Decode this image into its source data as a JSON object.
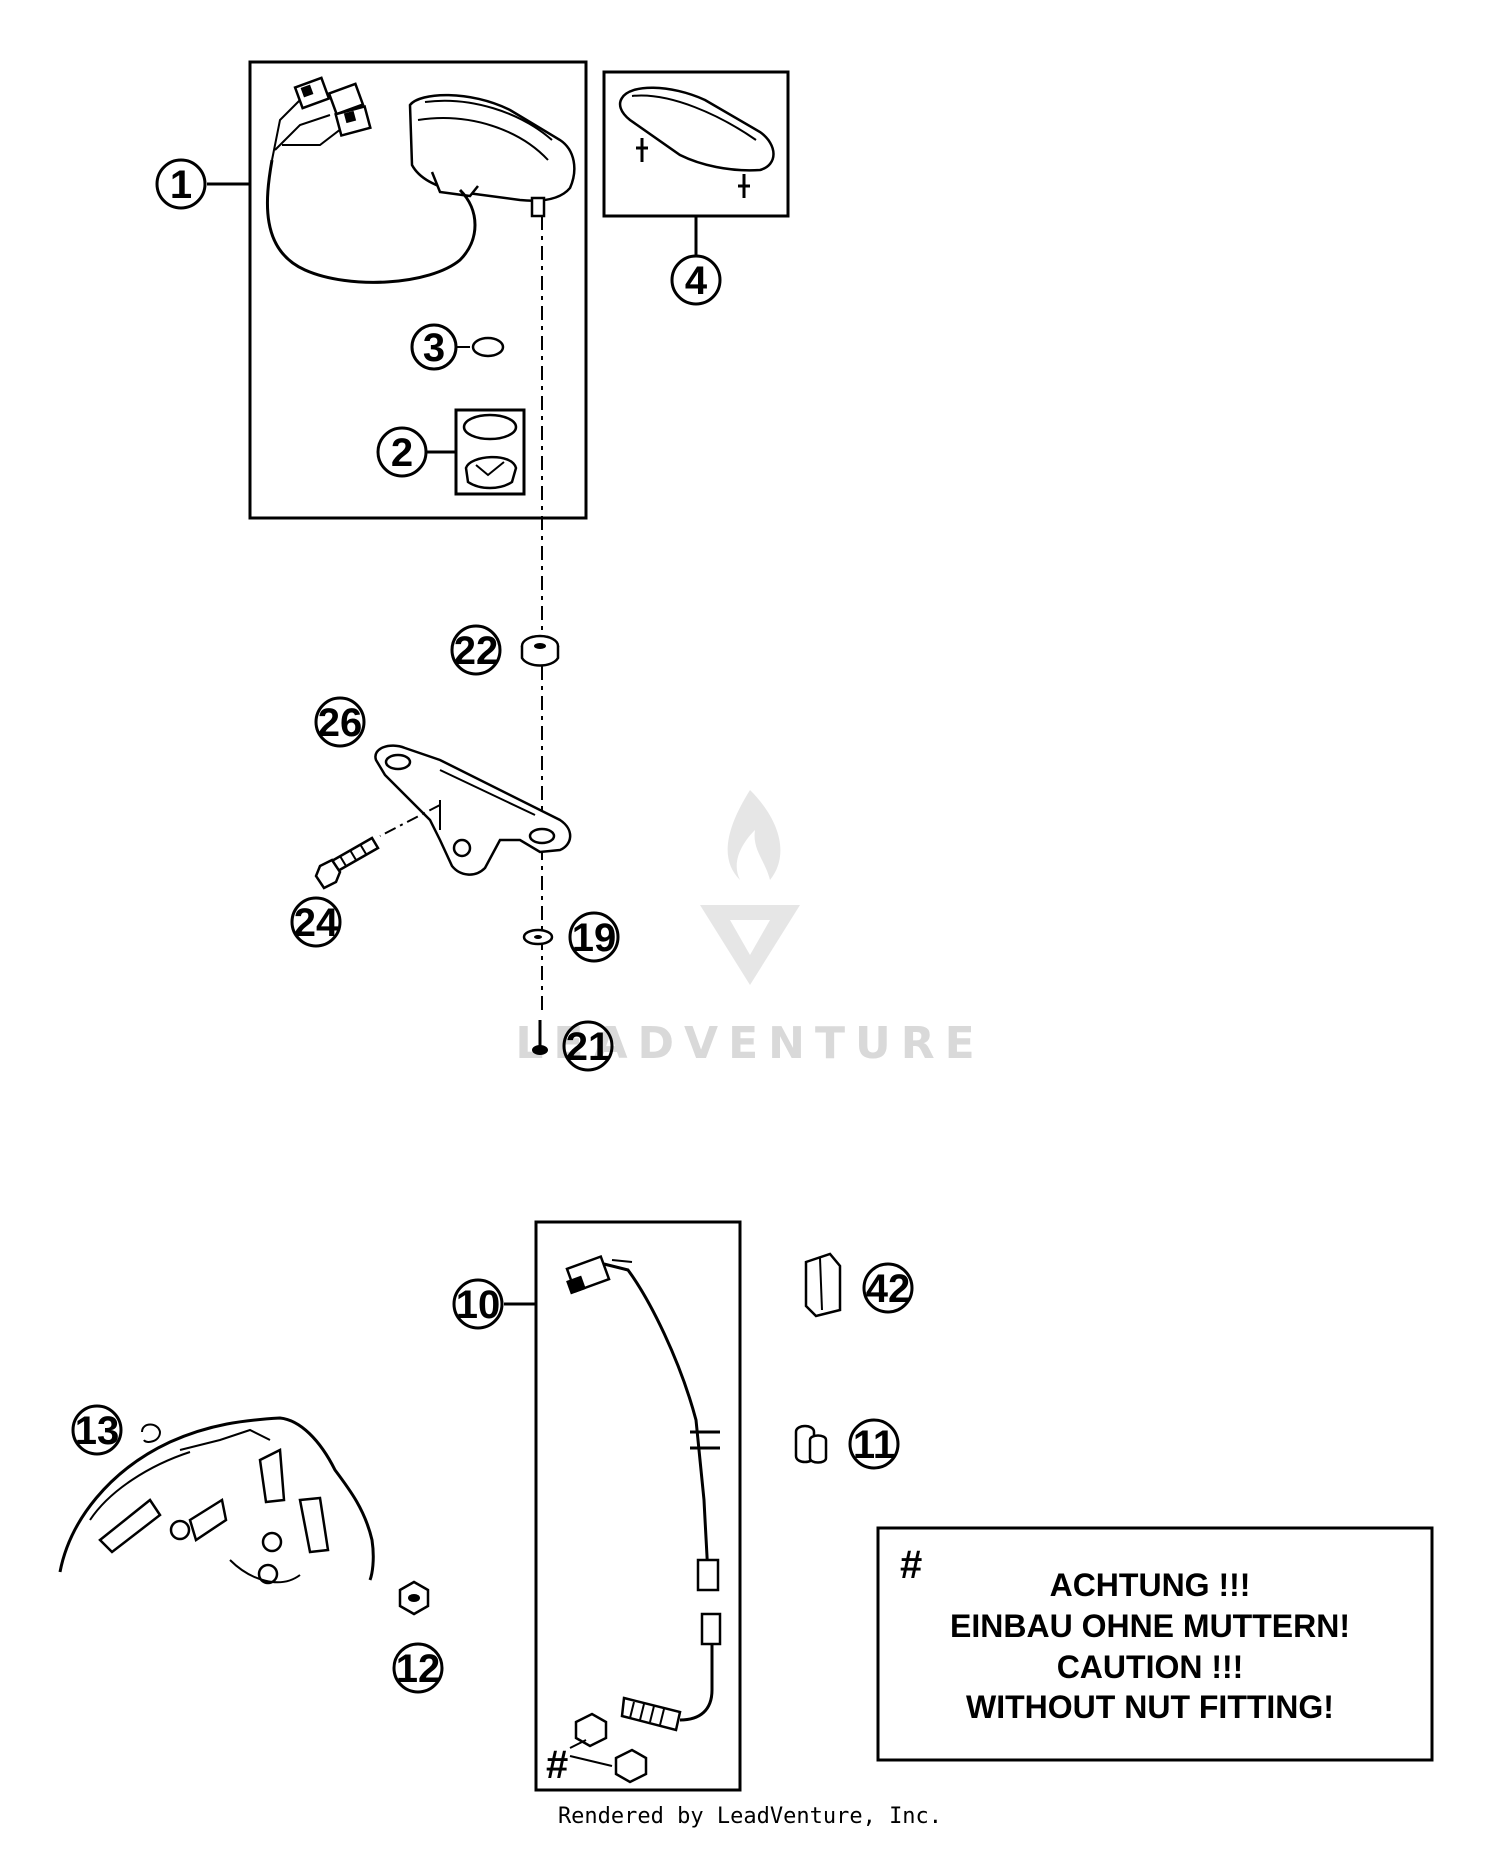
{
  "callouts": {
    "c1": "1",
    "c2": "2",
    "c3": "3",
    "c4": "4",
    "c10": "10",
    "c11": "11",
    "c12": "12",
    "c13": "13",
    "c19": "19",
    "c21": "21",
    "c22": "22",
    "c24": "24",
    "c26": "26",
    "c42": "42"
  },
  "notice": {
    "symbol": "#",
    "line1": "ACHTUNG !!!",
    "line2": "EINBAU OHNE MUTTERN!",
    "line3": "CAUTION !!!",
    "line4": "WITHOUT NUT FITTING!"
  },
  "nut_marker": "#",
  "watermark": "LEADVENTURE",
  "footer": "Rendered by LeadVenture, Inc."
}
